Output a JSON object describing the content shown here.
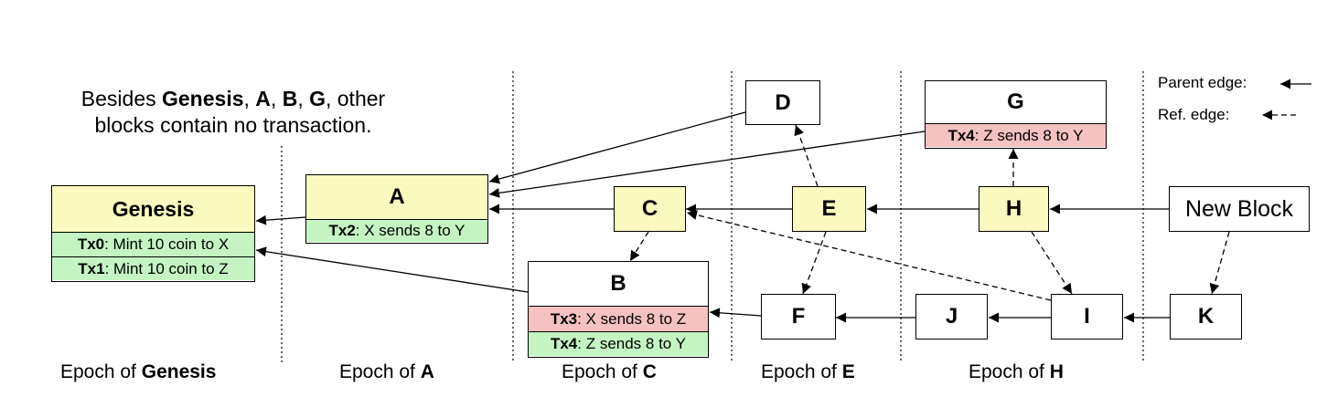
{
  "note": {
    "line1_prefix": "Besides",
    "genesis": "Genesis",
    "sep1": ",",
    "a": "A",
    "sep2": ",",
    "b": "B",
    "sep3": ",",
    "g": "G",
    "line1_suffix": ", other",
    "line2": "blocks contain no transaction."
  },
  "legend": {
    "parent_edge": "Parent edge:",
    "ref_edge": "Ref. edge:"
  },
  "blocks": {
    "genesis": {
      "title": "Genesis",
      "tx": [
        {
          "id": "Tx0",
          "text": ": Mint 10 coin to X"
        },
        {
          "id": "Tx1",
          "text": ": Mint 10 coin to Z"
        }
      ]
    },
    "a": {
      "title": "A",
      "tx": [
        {
          "id": "Tx2",
          "text": ": X sends 8 to Y"
        }
      ]
    },
    "b": {
      "title": "B",
      "tx": [
        {
          "id": "Tx3",
          "text": ": X sends 8 to Z"
        },
        {
          "id": "Tx4",
          "text": ": Z sends 8 to Y"
        }
      ]
    },
    "c": {
      "title": "C"
    },
    "d": {
      "title": "D"
    },
    "e": {
      "title": "E"
    },
    "f": {
      "title": "F"
    },
    "g": {
      "title": "G",
      "tx": [
        {
          "id": "Tx4",
          "text": ": Z sends 8 to Y"
        }
      ]
    },
    "h": {
      "title": "H"
    },
    "i": {
      "title": "I"
    },
    "j": {
      "title": "J"
    },
    "k": {
      "title": "K"
    },
    "new_block": {
      "title": "New Block"
    }
  },
  "epochs": [
    {
      "prefix": "Epoch of ",
      "name": "Genesis"
    },
    {
      "prefix": "Epoch of ",
      "name": "A"
    },
    {
      "prefix": "Epoch of ",
      "name": "C"
    },
    {
      "prefix": "Epoch of ",
      "name": "E"
    },
    {
      "prefix": "Epoch of ",
      "name": "H"
    }
  ],
  "colors": {
    "header_yellow": "#fbf9bf",
    "tx_green": "#c5f4c3",
    "tx_red": "#f5c1c1"
  }
}
